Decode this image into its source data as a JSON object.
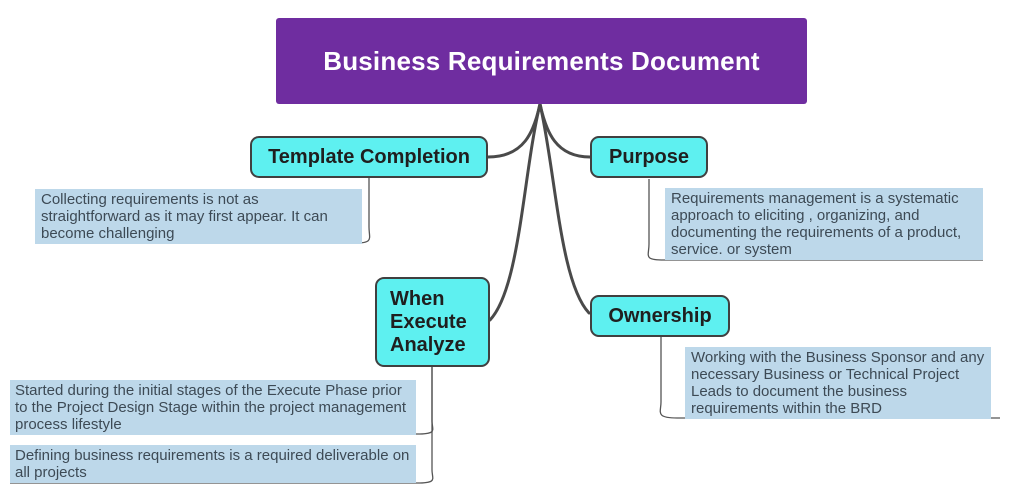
{
  "diagram": {
    "root": {
      "label": "Business Requirements Document"
    },
    "topics": [
      {
        "id": "template-completion",
        "label": "Template Completion"
      },
      {
        "id": "purpose",
        "label": "Purpose"
      },
      {
        "id": "when-execute-analyze",
        "label": "When Execute Analyze"
      },
      {
        "id": "ownership",
        "label": "Ownership"
      }
    ],
    "notes": [
      {
        "topic": "template-completion",
        "text": "Collecting requirements is not as straightforward as it may first appear. It can become challenging"
      },
      {
        "topic": "purpose",
        "text": "Requirements management is a systematic approach to eliciting , organizing, and documenting the requirements of a product, service. or system"
      },
      {
        "topic": "when-execute-analyze",
        "text": "Started during the initial stages of the Execute Phase prior to the Project Design Stage within the project management process lifestyle"
      },
      {
        "topic": "when-execute-analyze",
        "text": "Defining business requirements is a required deliverable on all projects"
      },
      {
        "topic": "ownership",
        "text": "Working with the Business Sponsor and any necessary Business or Technical Project Leads to document the business requirements within the BRD"
      }
    ],
    "colors": {
      "canvas_bg": "#FFFFFF",
      "root_bg": "#6F2DA0",
      "root_text": "#FFFFFF",
      "topic_bg": "#5EF0F0",
      "topic_border": "#404040",
      "topic_text": "#1F1F1F",
      "note_bg": "#BDD8EA",
      "note_text": "#3D4A55",
      "connector": "#4A4A4A",
      "callout_line": "#555555"
    }
  }
}
